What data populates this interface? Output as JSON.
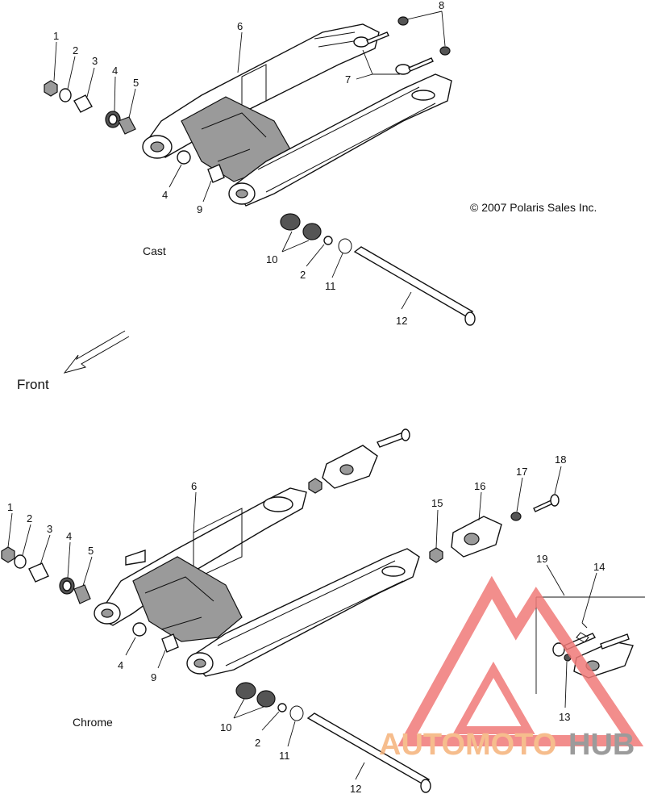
{
  "copyright": "© 2007 Polaris Sales Inc.",
  "top_section": {
    "variant_label": "Cast",
    "callouts": [
      "1",
      "2",
      "3",
      "4",
      "5",
      "6",
      "7",
      "8",
      "4",
      "9",
      "10",
      "2",
      "11",
      "12"
    ]
  },
  "front_label": "Front",
  "bottom_section": {
    "variant_label": "Chrome",
    "callouts": [
      "1",
      "2",
      "3",
      "4",
      "5",
      "6",
      "4",
      "9",
      "10",
      "2",
      "11",
      "12",
      "15",
      "16",
      "17",
      "18",
      "19",
      "14",
      "13"
    ]
  },
  "watermark": {
    "part1": "AUTOMOTO",
    "part2": "HUB",
    "colors": {
      "triangle": "#f07a78",
      "text_orange": "#f5b27a",
      "text_grey": "#8a8a8a"
    }
  }
}
